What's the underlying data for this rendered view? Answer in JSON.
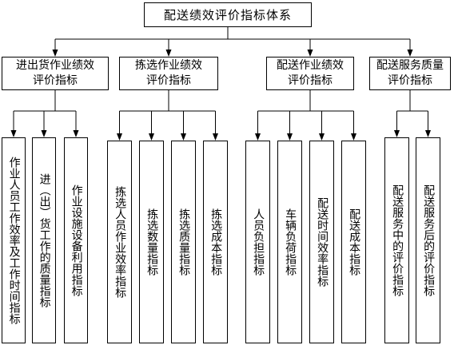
{
  "root": {
    "label": "配送绩效评价指标体系"
  },
  "categories": [
    {
      "label": "进出货作业绩效\n评价指标",
      "leaves": [
        "作业人员工作效率及工作时间指标",
        "进（出）货工作的质量指标",
        "作业设施设备利用指标"
      ]
    },
    {
      "label": "拣选作业绩效\n评价指标",
      "leaves": [
        "拣选人员作业效率指标",
        "拣选数量指标",
        "拣选质量指标",
        "拣选成本指标"
      ]
    },
    {
      "label": "配送作业绩效\n评价指标",
      "leaves": [
        "人员负担指标",
        "车辆负荷指标",
        "配送时间效率指标",
        "配送成本指标"
      ]
    },
    {
      "label": "配送服务质量\n评价指标",
      "leaves": [
        "配送服务中的评价指标",
        "配送服务后的评价指标"
      ]
    }
  ]
}
